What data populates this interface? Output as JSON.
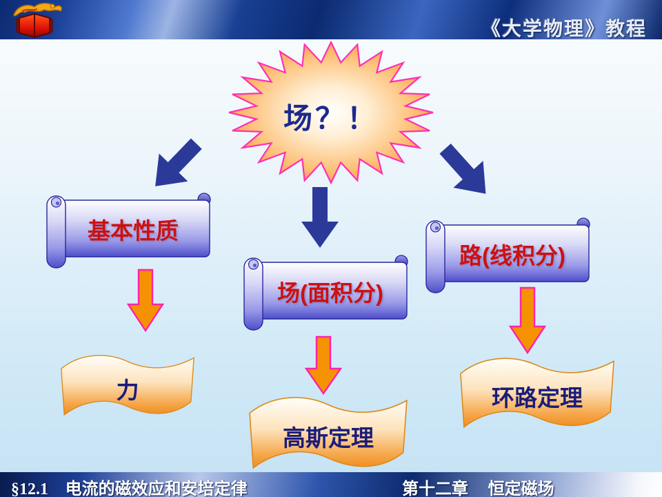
{
  "header": {
    "course_title": "《大学物理》教程"
  },
  "burst": {
    "label": "场？！"
  },
  "branches": [
    {
      "topic": "基本性质",
      "result": "力"
    },
    {
      "topic": "场(面积分)",
      "result": "高斯定理"
    },
    {
      "topic": "路(线积分)",
      "result": "环路定理"
    }
  ],
  "footer": {
    "section_number": "§12.1",
    "section_title": "电流的磁效应和安培定律",
    "chapter_label": "第十二章",
    "chapter_title": "恒定磁场"
  },
  "icons": {
    "logo": "dragon-book-logo"
  },
  "colors": {
    "topbar_navy": "#123A92",
    "burst_fill": "#F89B3C",
    "burst_outline": "#FF2FB3",
    "burst_text": "#1B2A8E",
    "navy_arrow": "#2B3A99",
    "orange_arrow": "#F59203",
    "orange_arrow_outline": "#FF22AA",
    "scroll_fill": "#7D7DE0",
    "scroll_text": "#CC1111",
    "wave_fill": "#F79329",
    "wave_text": "#1C1C78",
    "footer_text": "#FFFFFF"
  }
}
